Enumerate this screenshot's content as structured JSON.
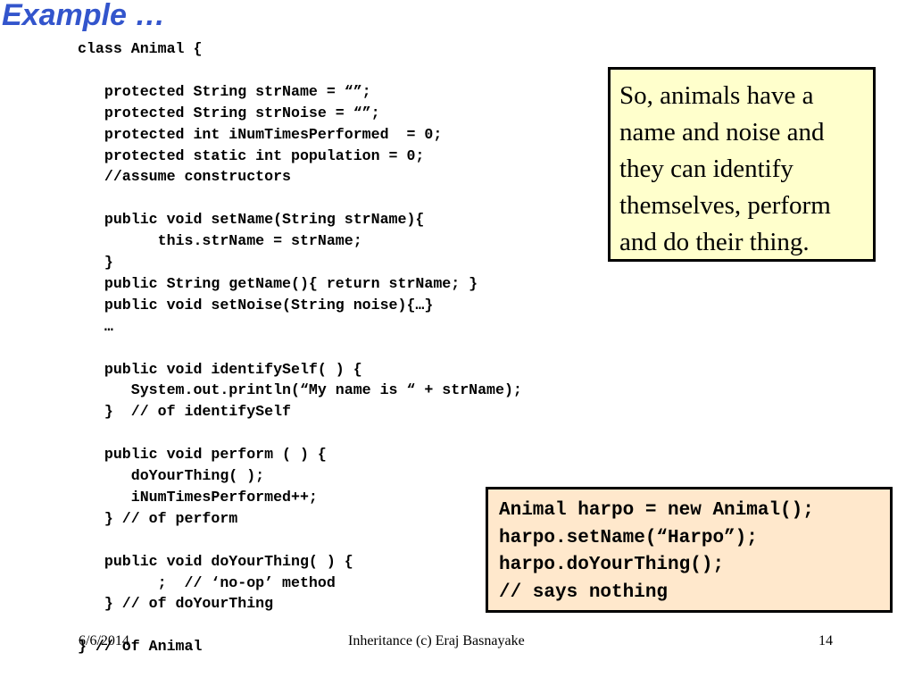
{
  "slide": {
    "title": "Example …",
    "code_lines": [
      "class Animal {",
      "",
      "   protected String strName = “”;",
      "   protected String strNoise = “”;",
      "   protected int iNumTimesPerformed  = 0;",
      "   protected static int population = 0;",
      "   //assume constructors",
      "",
      "   public void setName(String strName){",
      "         this.strName = strName;",
      "   }",
      "   public String getName(){ return strName; }",
      "   public void setNoise(String noise){…}",
      "   …",
      "",
      "   public void identifySelf( ) {",
      "      System.out.println(“My name is “ + strName);",
      "   }  // of identifySelf",
      "",
      "   public void perform ( ) {",
      "      doYourThing( );",
      "      iNumTimesPerformed++;",
      "   } // of perform",
      "",
      "   public void doYourThing( ) {",
      "         ;  // ‘no-op’ method",
      "   } // of doYourThing",
      "",
      "} // of Animal"
    ],
    "note_lines": [
      "So, animals have a",
      "name and noise and",
      "they can identify",
      "themselves, perform",
      "and do their thing."
    ],
    "example_lines": [
      "Animal harpo = new Animal();",
      "harpo.setName(“Harpo”);",
      "harpo.doYourThing();",
      "// says nothing"
    ],
    "footer": {
      "date": "6/6/2014",
      "center": "Inheritance (c) Eraj Basnayake",
      "page": "14"
    }
  },
  "colors": {
    "title": "#3355cc",
    "note_background": "#ffffcc",
    "example_background": "#ffe8cc"
  }
}
